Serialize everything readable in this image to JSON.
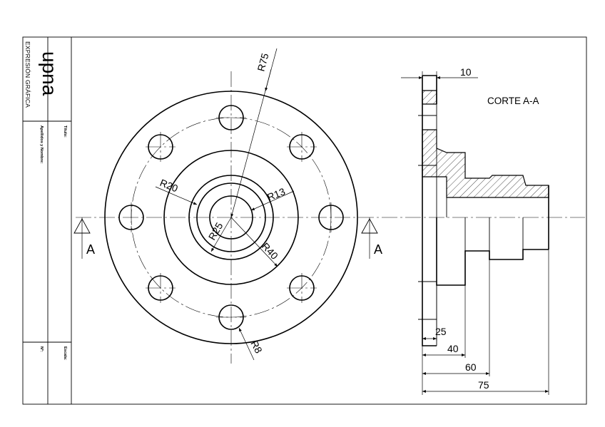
{
  "title_block": {
    "logo": "upna",
    "department": "EXPRESIÓN GRÁFICA",
    "field_title": "Título:",
    "field_name": "Apellidos y Nombre:",
    "field_number": "Nº:",
    "field_scale": "Escala:"
  },
  "section_title": "CORTE A-A",
  "section_marker": "A",
  "dimensions": {
    "r75": "R75",
    "r20": "R20",
    "r13": "R13",
    "r25": "R25",
    "r40": "R40",
    "r8": "R8",
    "d10": "10",
    "d25": "25",
    "d40": "40",
    "d60": "60",
    "d75": "75"
  }
}
